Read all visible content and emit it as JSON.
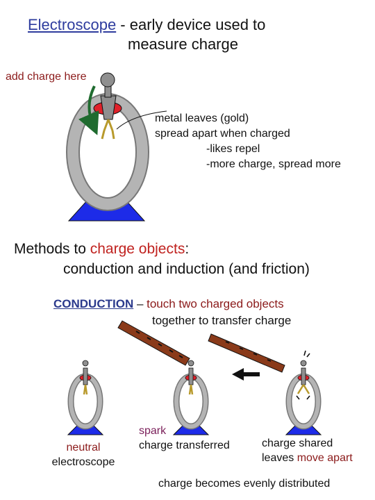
{
  "title": {
    "link": "Electroscope",
    "rest": " - early device used to",
    "line2": "measure charge"
  },
  "add_charge": "add charge here",
  "leaves_note": {
    "line1": "metal leaves (gold)",
    "line2": "spread apart when charged",
    "line3": "-likes repel",
    "line4": "-more charge, spread more"
  },
  "methods": {
    "prefix": "Methods to ",
    "highlight": "charge objects",
    "suffix": ":",
    "line2": "conduction and induction (and friction)"
  },
  "conduction": {
    "heading": "CONDUCTION",
    "dash": " – ",
    "line1": "touch two charged objects",
    "line2": "together to transfer charge"
  },
  "captions": {
    "neutral_1": "neutral",
    "neutral_2": "electroscope",
    "spark": "spark",
    "transferred": "charge transferred",
    "shared": "charge shared",
    "leaves_prefix": "leaves ",
    "move_apart": "move apart",
    "even": "charge becomes evenly distributed"
  },
  "colors": {
    "ring": "#a8a8a8",
    "base": "#1d2be8",
    "collar": "#e0212a",
    "rod": "#8a3a1a",
    "leaves": "#b89a2c",
    "arrow_green": "#1f6b2f"
  },
  "icons": {
    "curved_arrow": "arrow-down-curved-icon",
    "left_arrow": "arrow-left-icon"
  }
}
